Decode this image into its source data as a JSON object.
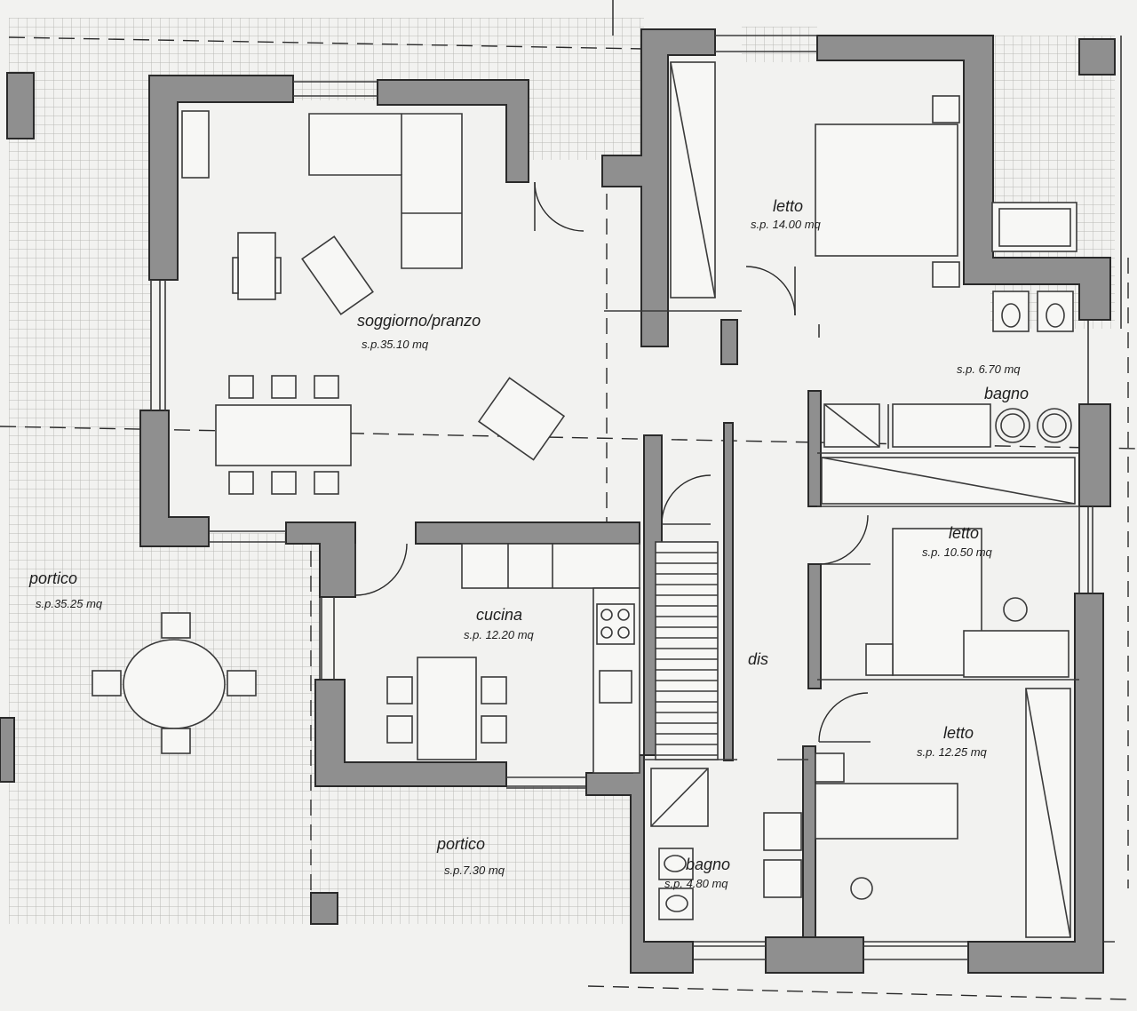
{
  "rooms": {
    "soggiorno": {
      "name": "soggiorno/pranzo",
      "area": "s.p.35.10 mq"
    },
    "letto1": {
      "name": "letto",
      "area": "s.p. 14.00 mq"
    },
    "bagno1": {
      "name": "bagno",
      "area": "s.p. 6.70 mq"
    },
    "letto2": {
      "name": "letto",
      "area": "s.p. 10.50 mq"
    },
    "cucina": {
      "name": "cucina",
      "area": "s.p. 12.20 mq"
    },
    "dis": {
      "name": "dis"
    },
    "letto3": {
      "name": "letto",
      "area": "s.p. 12.25 mq"
    },
    "portico1": {
      "name": "portico",
      "area": "s.p.35.25 mq"
    },
    "portico2": {
      "name": "portico",
      "area": "s.p.7.30 mq"
    },
    "bagno2": {
      "name": "bagno",
      "area": "s.p. 4.80 mq"
    }
  },
  "colors": {
    "wall_fill": "#8f8f8f",
    "line": "#2a2a2a",
    "paving_grid": "#b9b9b6",
    "background": "#f2f2f0"
  }
}
